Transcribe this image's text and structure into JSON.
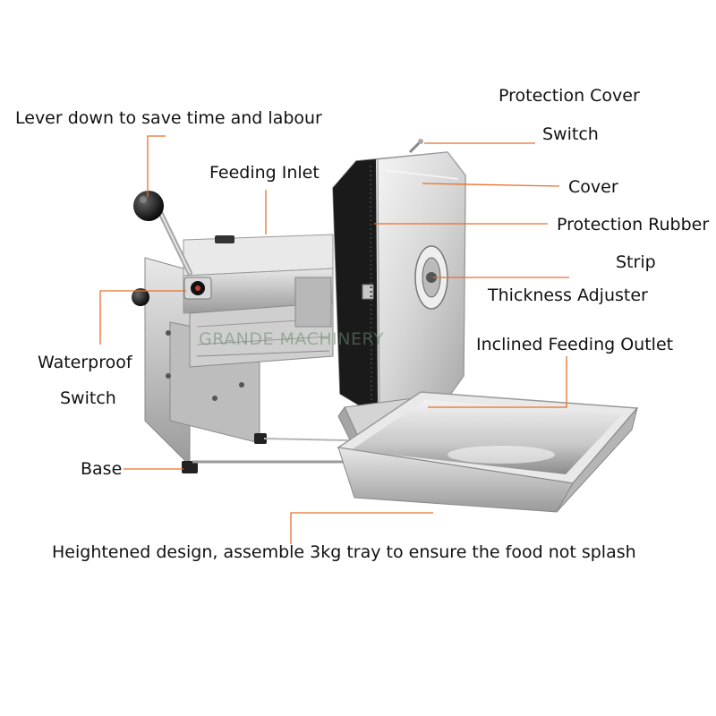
{
  "labels": {
    "lever": "Lever down to save time and labour",
    "feeding_inlet": "Feeding Inlet",
    "protection_cover_line1": "Protection Cover",
    "protection_cover_line2": "Switch",
    "cover": "Cover",
    "protection_rubber_line1": "Protection Rubber",
    "protection_rubber_line2": "Strip",
    "thickness_adjuster": "Thickness Adjuster",
    "inclined_outlet": "Inclined Feeding Outlet",
    "waterproof_line1": "Waterproof",
    "waterproof_line2": "Switch",
    "base": "Base",
    "heightened": "Heightened design, assemble 3kg tray to ensure the food not splash"
  },
  "watermark": "GRANDE MACHINERY",
  "colors": {
    "leader_line": "#e8702a",
    "metal_light": "#e6e6e6",
    "metal_dark": "#8c8c8c",
    "rubber": "#1a1a1a",
    "knob": "#111111"
  },
  "icons": [
    "lever-knob-icon",
    "power-switch-icon",
    "thickness-knob-icon"
  ]
}
